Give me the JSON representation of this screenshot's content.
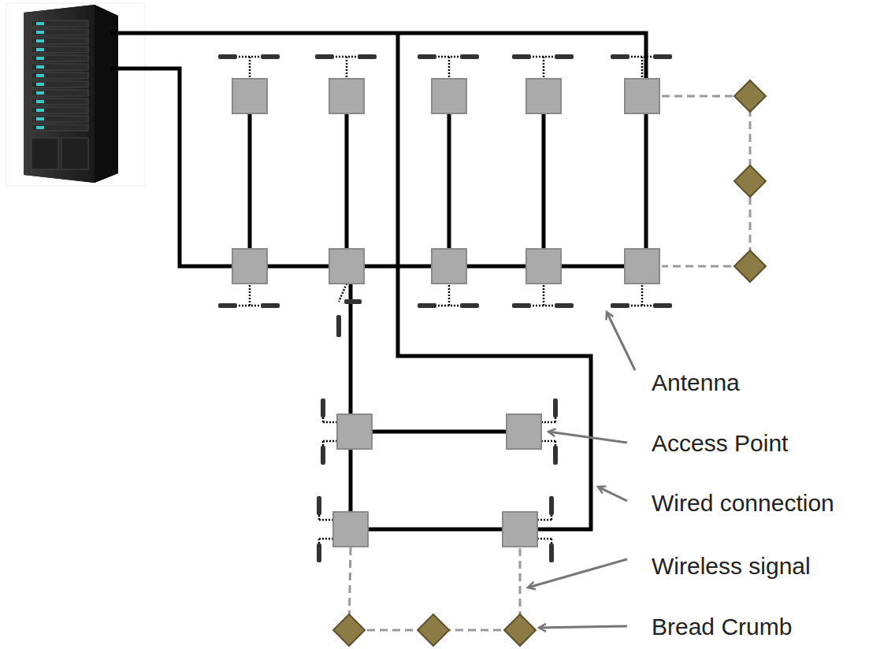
{
  "diagram": {
    "labels": [
      "Antenna",
      "Access Point",
      "Wired connection",
      "Wireless signal",
      "Bread Crumb"
    ]
  }
}
